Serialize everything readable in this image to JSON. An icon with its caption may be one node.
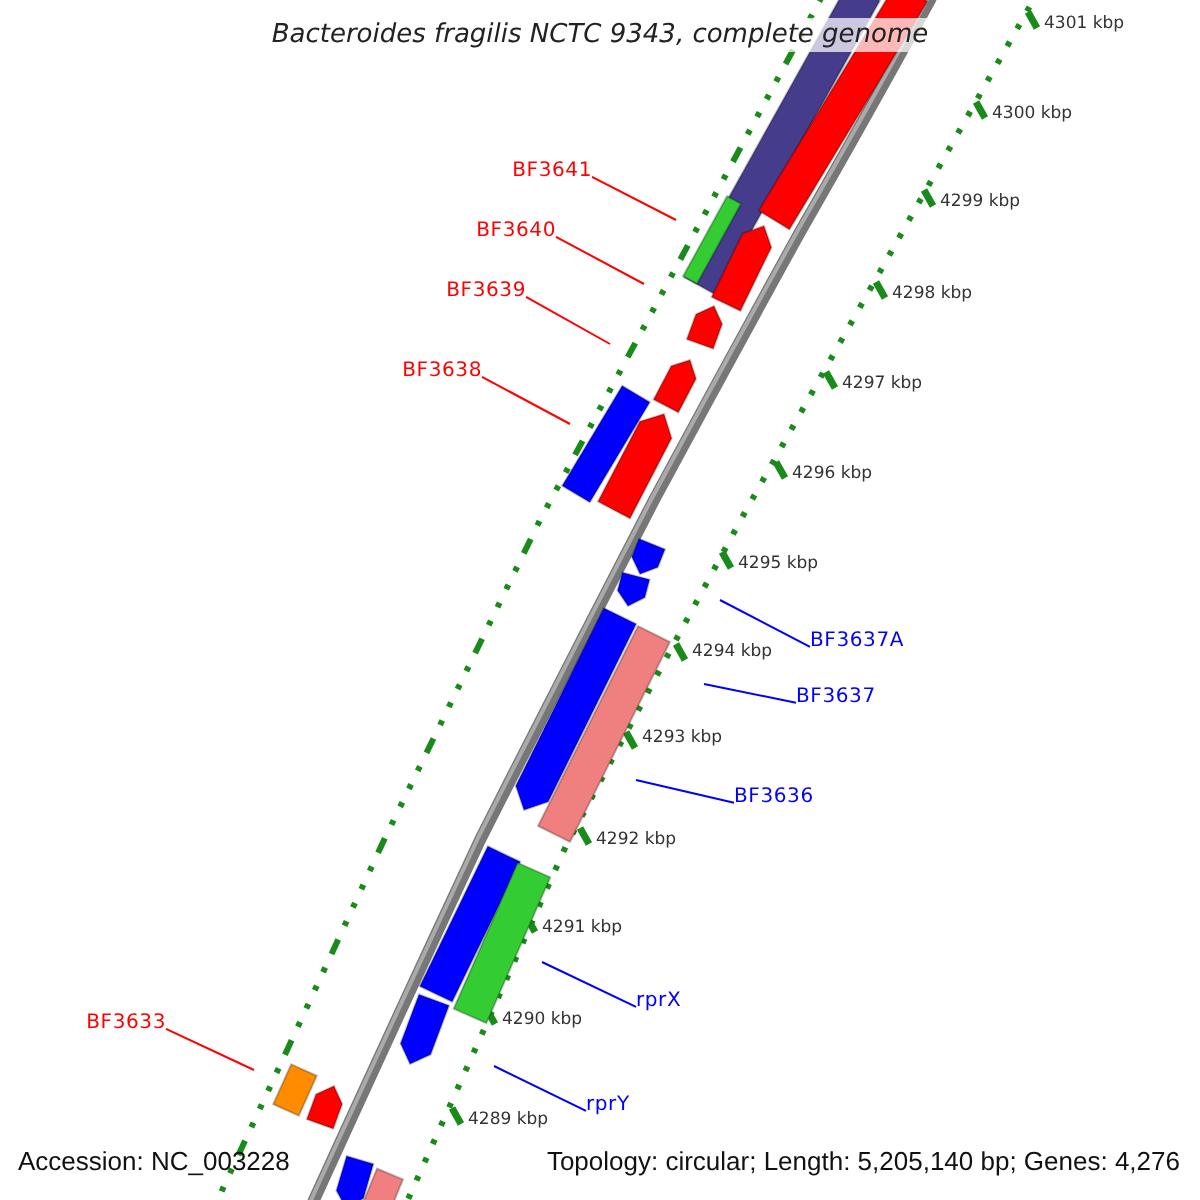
{
  "diagram": {
    "title": "Bacteroides fragilis NCTC 9343, complete genome",
    "nodes": [
      {
        "text": [
          "BF3641"
        ]
      },
      {
        "text": [
          "BF3640"
        ]
      },
      {
        "text": [
          "BF3639"
        ]
      },
      {
        "text": [
          "BF3638"
        ]
      },
      {
        "text": [
          "BF3637A"
        ]
      },
      {
        "text": [
          "BF3637"
        ]
      },
      {
        "text": [
          "BF3636"
        ]
      },
      {
        "text": [
          "rprX"
        ]
      },
      {
        "text": [
          "rprY"
        ]
      },
      {
        "text": [
          "BF3633"
        ]
      }
    ],
    "edges": [
      {
        "from": 0,
        "to": null,
        "arrow": "none",
        "color": "#ff0000"
      },
      {
        "from": 1,
        "to": null,
        "arrow": "none",
        "color": "#ff0000"
      },
      {
        "from": 2,
        "to": null,
        "arrow": "none",
        "color": "#ff0000"
      },
      {
        "from": 3,
        "to": null,
        "arrow": "none",
        "color": "#ff0000"
      },
      {
        "from": 4,
        "to": null,
        "arrow": "none",
        "color": "#0000ff"
      },
      {
        "from": 5,
        "to": null,
        "arrow": "none",
        "color": "#0000ff"
      },
      {
        "from": 6,
        "to": null,
        "arrow": "none",
        "color": "#0000ff"
      },
      {
        "from": 7,
        "to": null,
        "arrow": "none",
        "color": "#0000ff"
      },
      {
        "from": 8,
        "to": null,
        "arrow": "none",
        "color": "#0000ff"
      },
      {
        "from": 9,
        "to": null,
        "arrow": "none",
        "color": "#ff0000"
      }
    ],
    "labels": [
      "4301 kbp",
      "4300 kbp",
      "4299 kbp",
      "4298 kbp",
      "4297 kbp",
      "4296 kbp",
      "4295 kbp",
      "4294 kbp",
      "4293 kbp",
      "4292 kbp",
      "4291 kbp",
      "4290 kbp",
      "4289 kbp",
      "Accession: NC_003228",
      "Topology: circular; Length: 5,205,140 bp; Genes: 4,276"
    ]
  }
}
